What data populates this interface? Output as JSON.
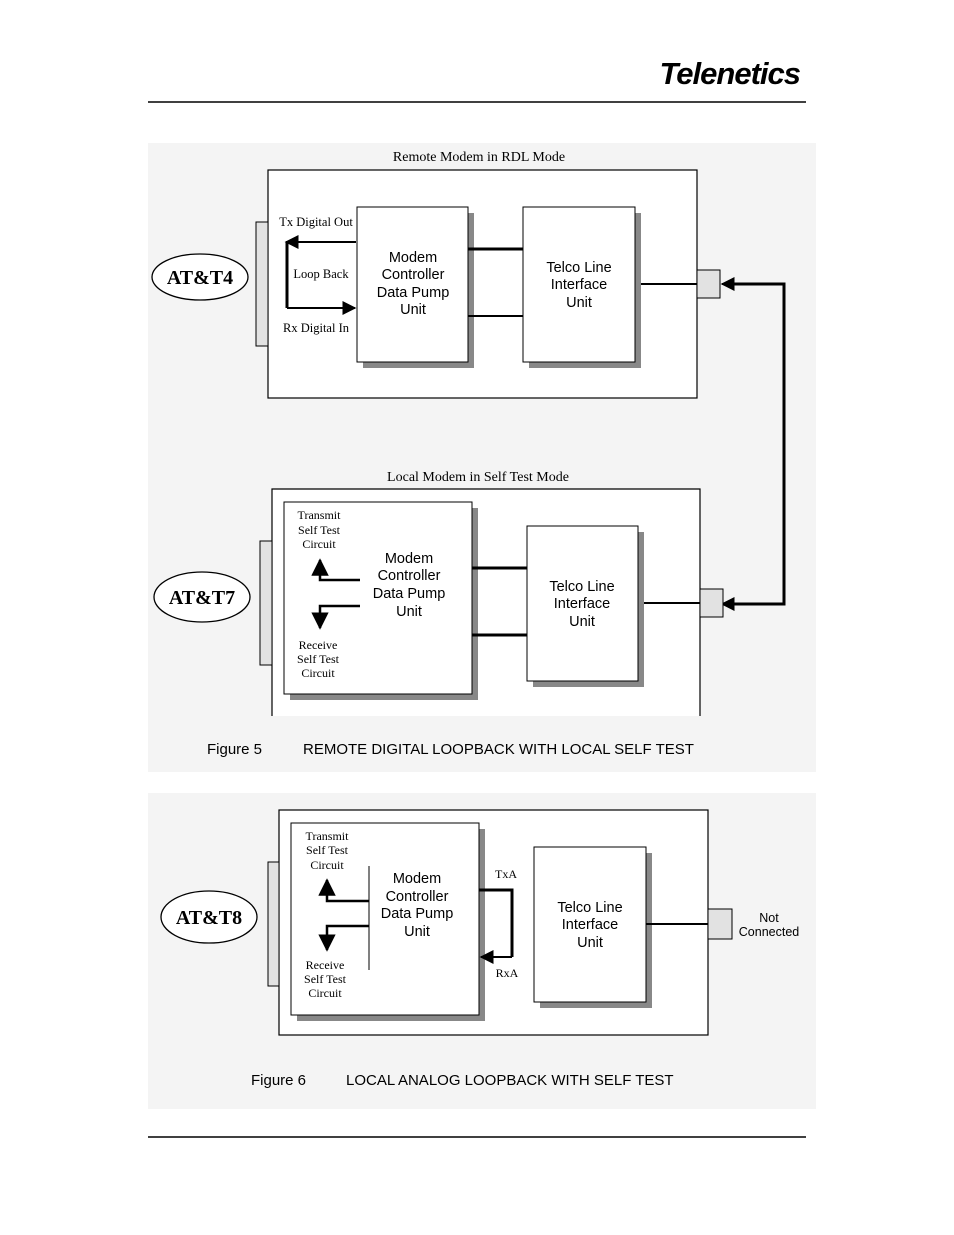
{
  "header": {
    "logo": "Telenetics"
  },
  "figure5": {
    "remote_title": "Remote Modem in RDL Mode",
    "remote_badge": "AT&T4",
    "tx_digital_out": "Tx Digital Out",
    "loop_back": "Loop Back",
    "rx_digital_in": "Rx Digital In",
    "remote_modem_lines": [
      "Modem",
      "Controller",
      "Data Pump",
      "Unit"
    ],
    "remote_telco_lines": [
      "Telco Line",
      "Interface",
      "Unit"
    ],
    "local_title": "Local Modem in Self Test Mode",
    "local_badge": "AT&T7",
    "transmit_lines": [
      "Transmit",
      "Self Test",
      "Circuit"
    ],
    "receive_lines": [
      "Receive",
      "Self Test",
      "Circuit"
    ],
    "local_modem_lines": [
      "Modem",
      "Controller",
      "Data Pump",
      "Unit"
    ],
    "local_telco_lines": [
      "Telco Line",
      "Interface",
      "Unit"
    ],
    "caption_number": "Figure 5",
    "caption_text": "REMOTE DIGITAL LOOPBACK WITH LOCAL SELF TEST"
  },
  "figure6": {
    "badge": "AT&T8",
    "transmit_lines": [
      "Transmit",
      "Self Test",
      "Circuit"
    ],
    "receive_lines": [
      "Receive",
      "Self Test",
      "Circuit"
    ],
    "modem_lines": [
      "Modem",
      "Controller",
      "Data Pump",
      "Unit"
    ],
    "txa": "TxA",
    "rxa": "RxA",
    "telco_lines": [
      "Telco Line",
      "Interface",
      "Unit"
    ],
    "not_connected_lines": [
      "Not",
      "Connected"
    ],
    "caption_number": "Figure 6",
    "caption_text": "LOCAL ANALOG LOOPBACK WITH SELF TEST"
  }
}
